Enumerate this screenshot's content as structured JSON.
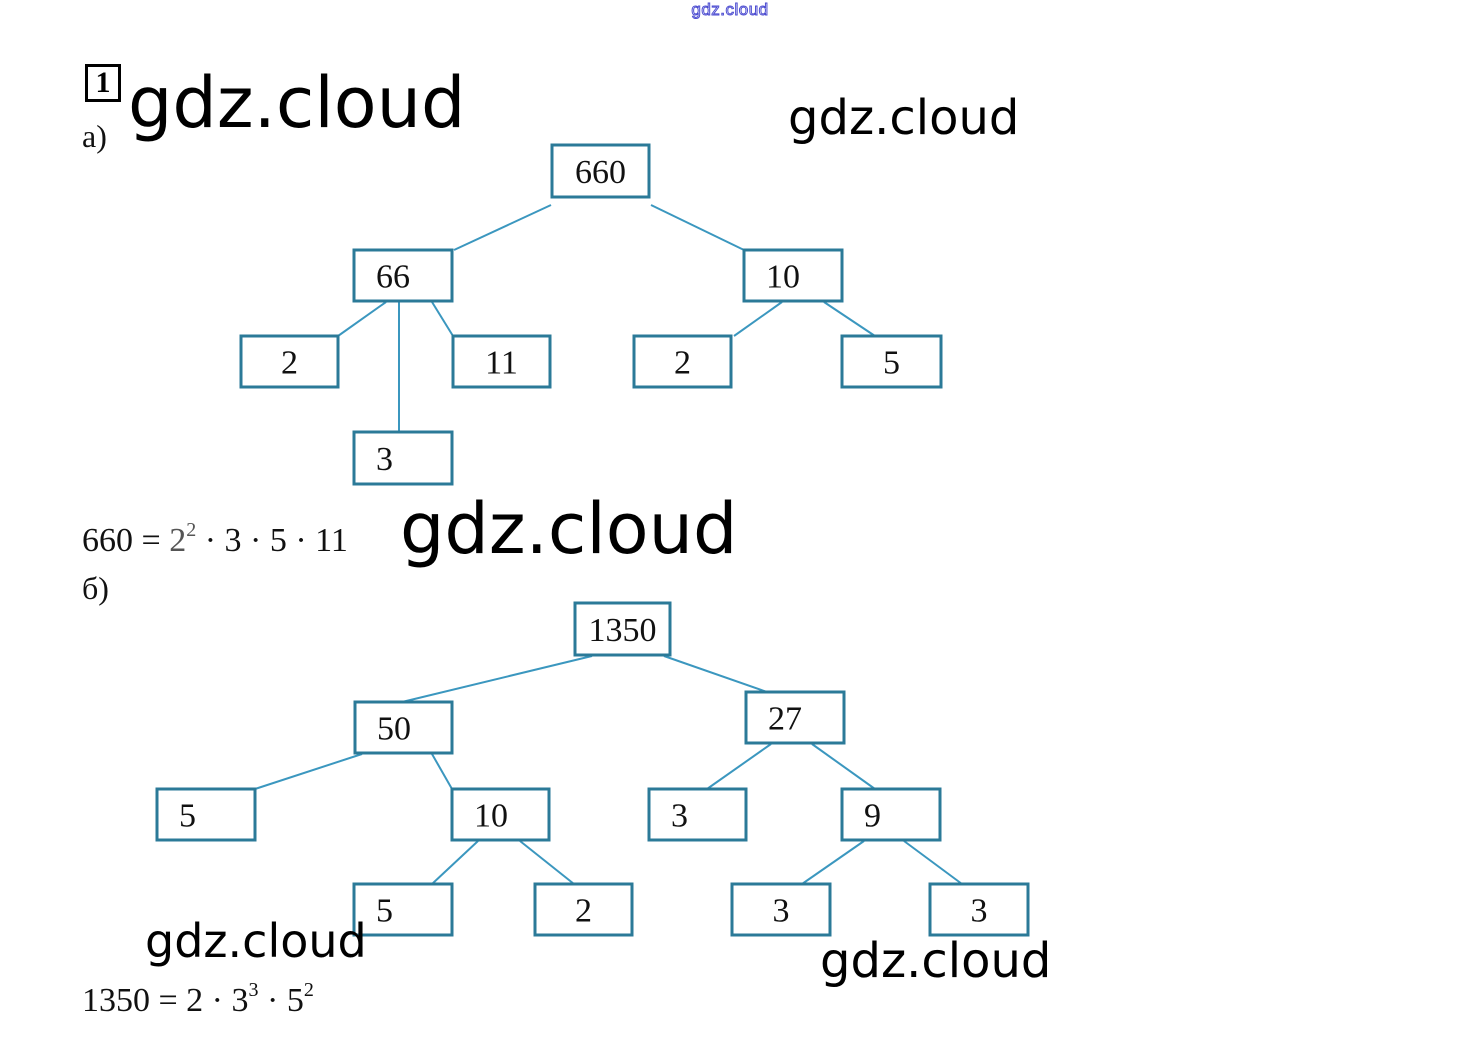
{
  "watermarks": {
    "top": "gdz.cloud",
    "header": "gdz.cloud",
    "right_top": "gdz.cloud",
    "middle": "gdz.cloud",
    "bottom_left": "gdz.cloud",
    "bottom_right": "gdz.cloud"
  },
  "task": {
    "number": "1"
  },
  "part_a": {
    "label": "а)",
    "tree": {
      "nodes": [
        {
          "id": "a0",
          "value": "660"
        },
        {
          "id": "a1",
          "value": "66"
        },
        {
          "id": "a2",
          "value": "10"
        },
        {
          "id": "a3",
          "value": "2"
        },
        {
          "id": "a4",
          "value": "11"
        },
        {
          "id": "a5",
          "value": "3"
        },
        {
          "id": "a6",
          "value": "2"
        },
        {
          "id": "a7",
          "value": "5"
        }
      ],
      "edges": [
        [
          "a0",
          "a1"
        ],
        [
          "a0",
          "a2"
        ],
        [
          "a1",
          "a3"
        ],
        [
          "a1",
          "a4"
        ],
        [
          "a1",
          "a5"
        ],
        [
          "a2",
          "a6"
        ],
        [
          "a2",
          "a7"
        ]
      ]
    },
    "result": {
      "lhs": "660 = ",
      "b1": "2",
      "e1": "2",
      "rest": " · 3 · 5 · 11"
    }
  },
  "part_b": {
    "label": "б)",
    "tree": {
      "nodes": [
        {
          "id": "b0",
          "value": "1350"
        },
        {
          "id": "b1",
          "value": "50"
        },
        {
          "id": "b2",
          "value": "27"
        },
        {
          "id": "b3",
          "value": "5"
        },
        {
          "id": "b4",
          "value": "10"
        },
        {
          "id": "b5",
          "value": "3"
        },
        {
          "id": "b6",
          "value": "9"
        },
        {
          "id": "b7",
          "value": "5"
        },
        {
          "id": "b8",
          "value": "2"
        },
        {
          "id": "b9",
          "value": "3"
        },
        {
          "id": "b10",
          "value": "3"
        }
      ],
      "edges": [
        [
          "b0",
          "b1"
        ],
        [
          "b0",
          "b2"
        ],
        [
          "b1",
          "b3"
        ],
        [
          "b1",
          "b4"
        ],
        [
          "b2",
          "b5"
        ],
        [
          "b2",
          "b6"
        ],
        [
          "b4",
          "b7"
        ],
        [
          "b4",
          "b8"
        ],
        [
          "b6",
          "b9"
        ],
        [
          "b6",
          "b10"
        ]
      ]
    },
    "result": {
      "lhs": "1350 = 2 · ",
      "b1": "3",
      "e1": "3",
      "mid": " · ",
      "b2": "5",
      "e2": "2"
    }
  },
  "colors": {
    "node_border": "#2b7a98",
    "edge": "#3b97bf",
    "watermark_top": "#4a4ad0"
  }
}
